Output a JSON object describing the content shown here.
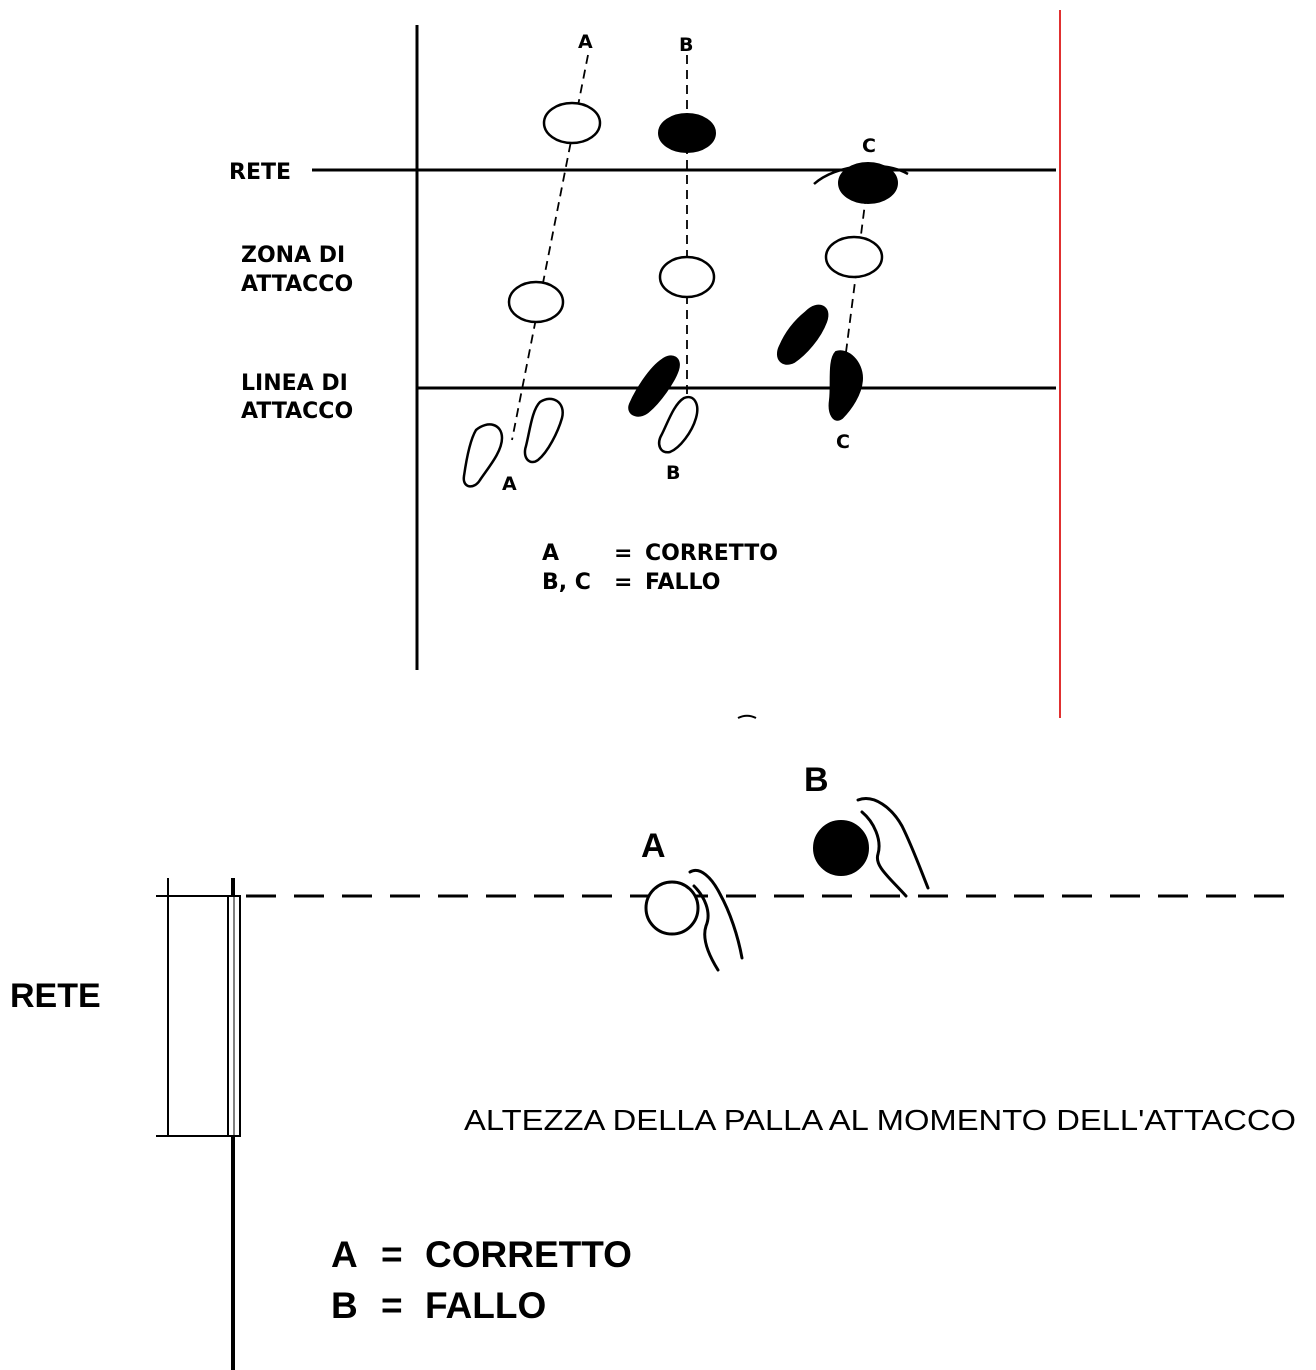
{
  "top_diagram": {
    "net_label": "RETE",
    "zone_label_line1": "ZONA DI",
    "zone_label_line2": "ATTACCO",
    "line_label_line1": "LINEA DI",
    "line_label_line2": "ATTACCO",
    "markers": {
      "a_top": "A",
      "b_top": "B",
      "c_top": "C",
      "a_bottom": "A",
      "b_bottom": "B",
      "c_bottom": "C"
    },
    "legend": {
      "row1_key": "A",
      "row1_eq": "=",
      "row1_value": "CORRETTO",
      "row2_key": "B, C",
      "row2_eq": "=",
      "row2_value": "FALLO"
    },
    "colors": {
      "ink": "#000000",
      "border": "#e03030"
    }
  },
  "bottom_diagram": {
    "net_label": "RETE",
    "marker_a": "A",
    "marker_b": "B",
    "caption": "ALTEZZA DELLA PALLA AL MOMENTO DELL'ATTACCO",
    "legend": {
      "row1_key": "A",
      "row1_eq": "=",
      "row1_value": "CORRETTO",
      "row2_key": "B",
      "row2_eq": "=",
      "row2_value": "FALLO"
    }
  }
}
